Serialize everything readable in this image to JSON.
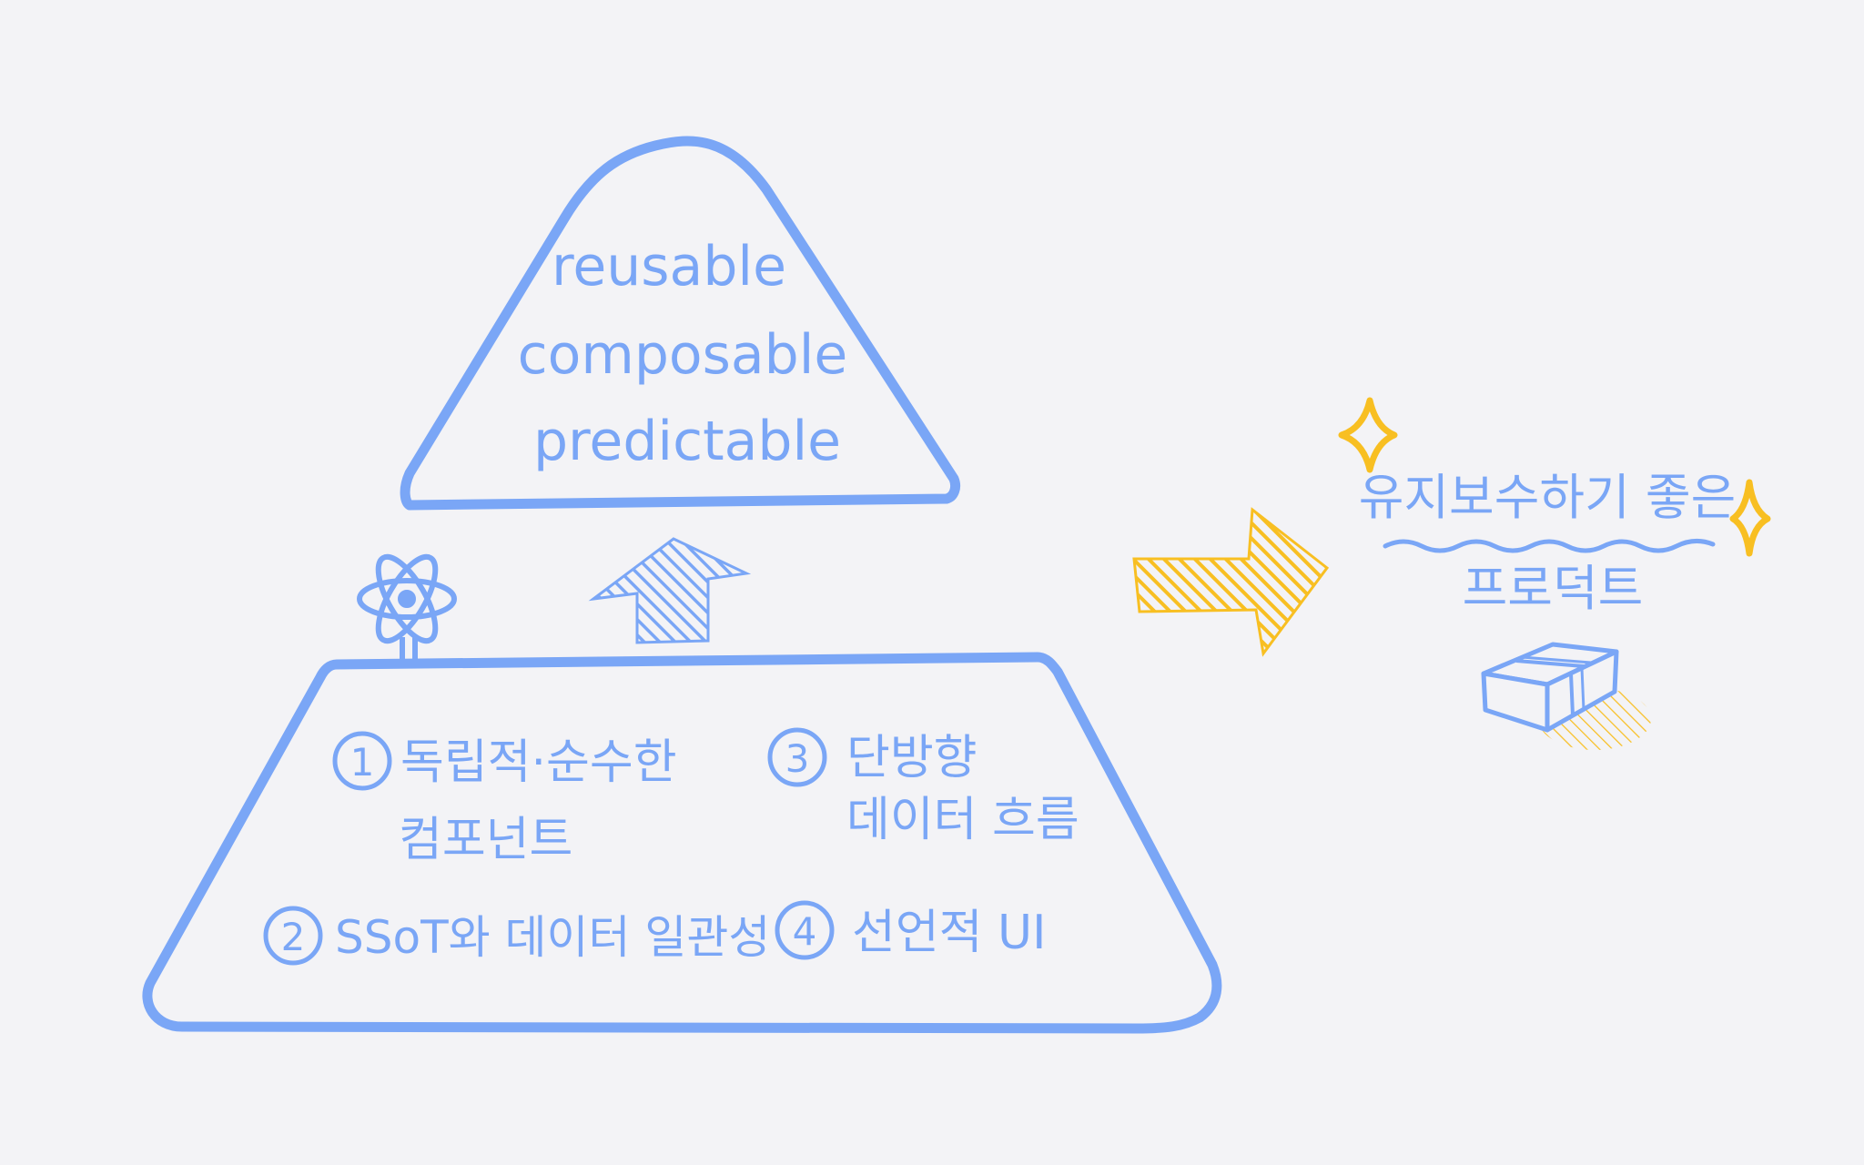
{
  "colors": {
    "background": "#f3f3f6",
    "blue": "#7aa6f6",
    "gold": "#f8bf22"
  },
  "top_triangle": {
    "lines": [
      "reusable",
      "composable",
      "predictable"
    ]
  },
  "base": {
    "items": [
      {
        "number": "1",
        "text_line1": "독립적·순수한",
        "text_line2": "컴포넌트"
      },
      {
        "number": "2",
        "text_line1": "SSoT와 데이터 일관성",
        "text_line2": ""
      },
      {
        "number": "3",
        "text_line1": "단방향",
        "text_line2": "데이터 흐름"
      },
      {
        "number": "4",
        "text_line1": "선언적 UI",
        "text_line2": ""
      }
    ]
  },
  "result": {
    "line1": "유지보수하기 좋은",
    "line2": "프로덕트"
  },
  "icons": {
    "react": "react-atom-icon",
    "up_arrow": "up-arrow-icon",
    "right_arrow": "right-arrow-icon",
    "sparkles": "sparkle-icon",
    "box": "box-icon"
  }
}
